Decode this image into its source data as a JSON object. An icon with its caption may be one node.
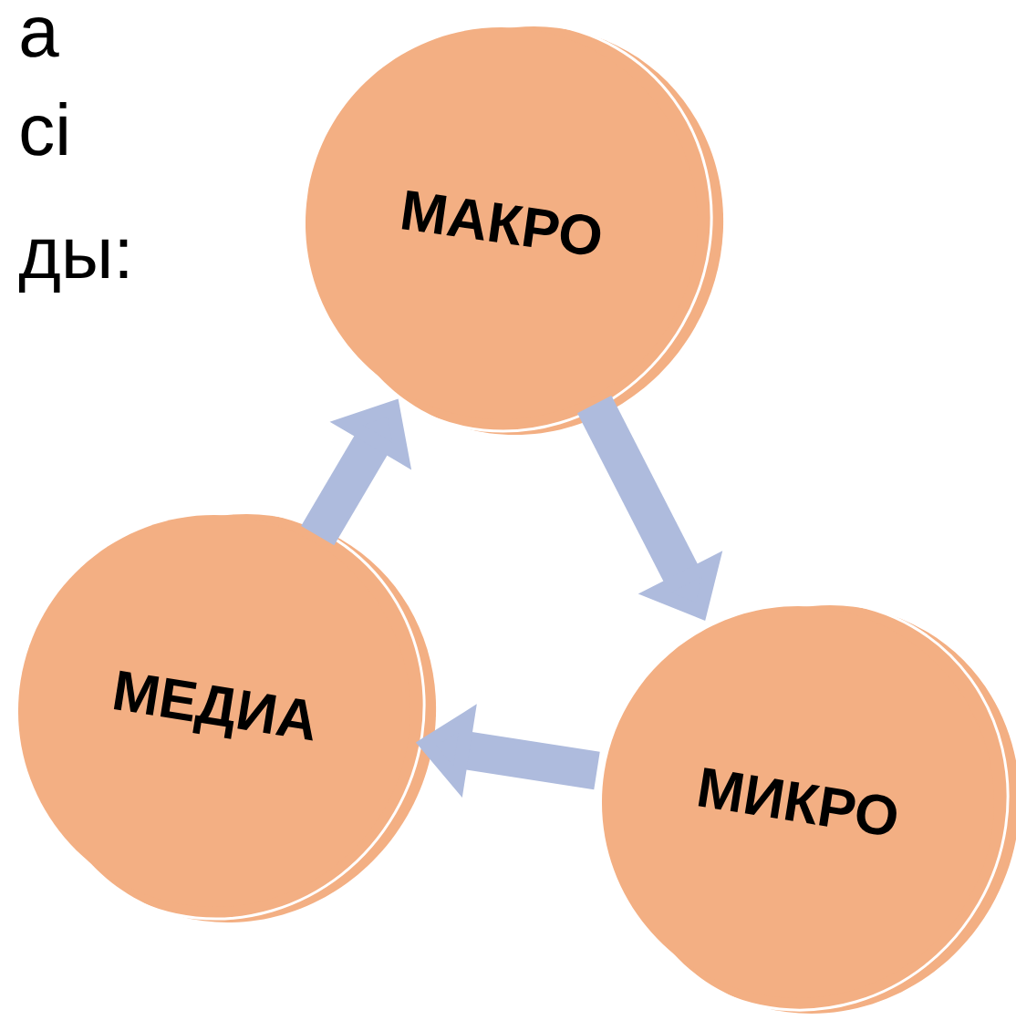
{
  "diagram": {
    "nodes": [
      {
        "text": [
          "МАКРО"
        ]
      },
      {
        "text": [
          "МЕДИА"
        ]
      },
      {
        "text": [
          "МИКРО"
        ]
      }
    ],
    "edges": [
      {
        "from": 0,
        "to": 2,
        "arrow": "to"
      },
      {
        "from": 2,
        "to": 1,
        "arrow": "to"
      },
      {
        "from": 1,
        "to": 0,
        "arrow": "to"
      }
    ],
    "labels": [
      "а",
      "сі",
      "ды:"
    ]
  }
}
